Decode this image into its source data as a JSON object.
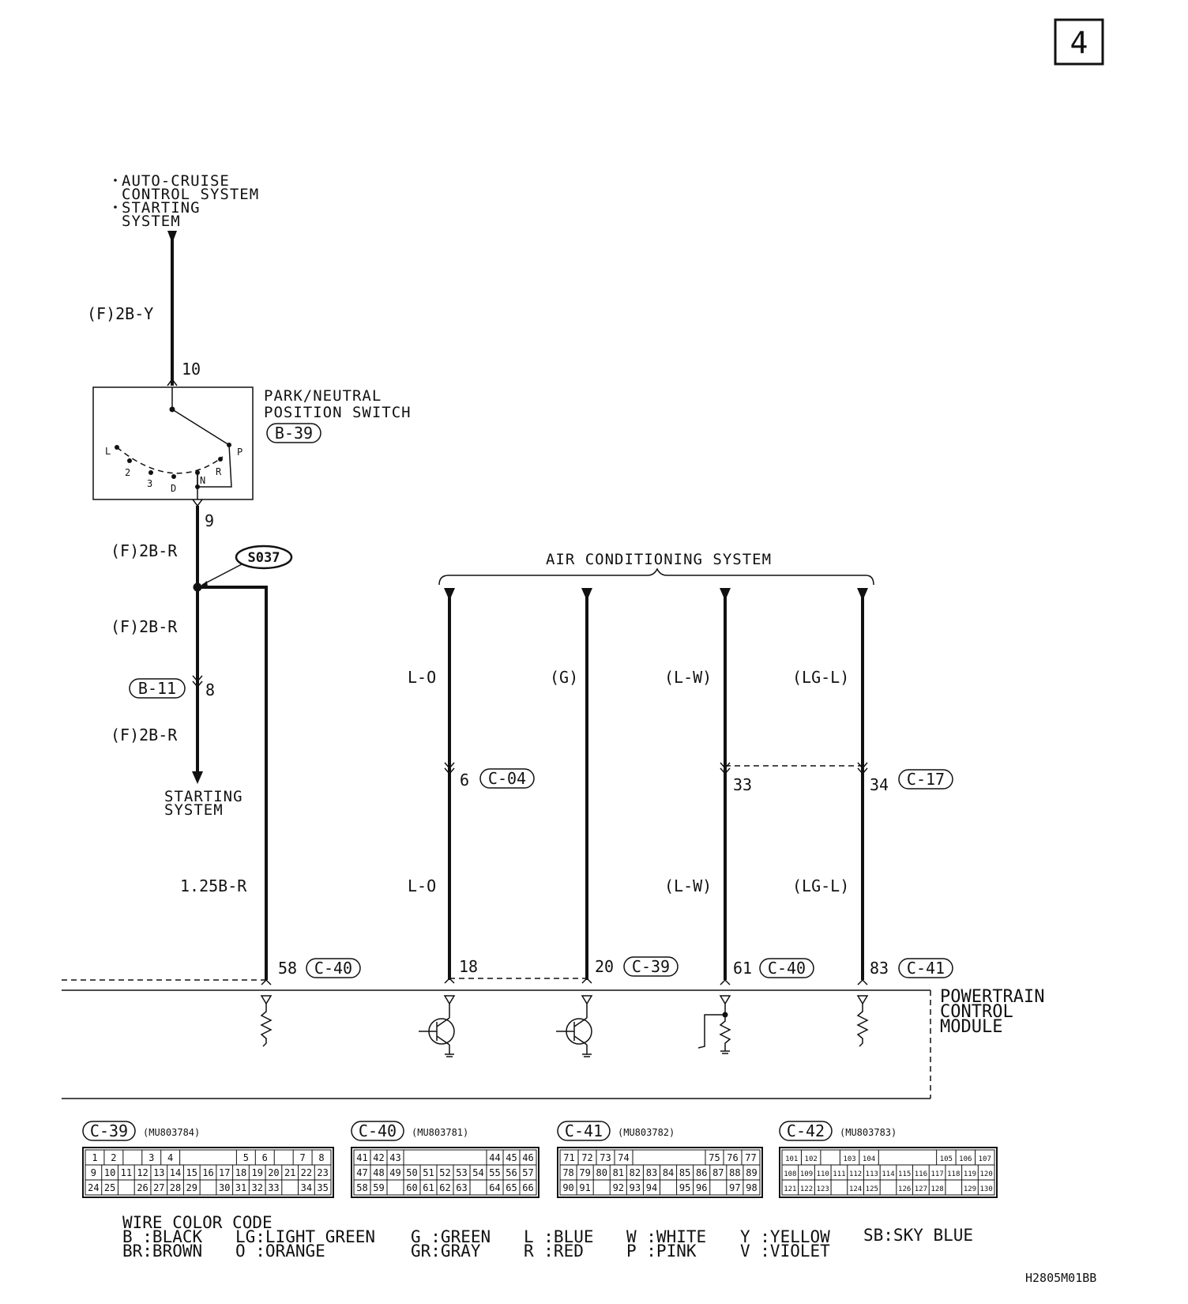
{
  "page_number": "4",
  "diagram_code": "H2805M01BB",
  "top_source": {
    "line1": "AUTO-CRUISE",
    "line2": "CONTROL SYSTEM",
    "line3": "STARTING",
    "line4": "SYSTEM"
  },
  "wire_top": "(F)2B-Y",
  "pin_10": "10",
  "switch": {
    "title1": "PARK/NEUTRAL",
    "title2": "POSITION SWITCH",
    "connector": "B-39",
    "pos_L": "L",
    "pos_2": "2",
    "pos_3": "3",
    "pos_D": "D",
    "pos_N": "N",
    "pos_R": "R",
    "pos_P": "P"
  },
  "pin_9": "9",
  "wire_after_switch": "(F)2B-R",
  "splice": "S037",
  "wire_mid": "(F)2B-R",
  "conn_b11": "B-11",
  "pin_8": "8",
  "wire_low": "(F)2B-R",
  "starting_system": {
    "line1": "STARTING",
    "line2": "SYSTEM"
  },
  "wire_125": "1.25B-R",
  "pin_58": "58",
  "conn_c40a": "C-40",
  "ac_system": "AIR CONDITIONING SYSTEM",
  "ac_wires": {
    "w1_top": "L-O",
    "w2_top": "(G)",
    "w3_top": "(L-W)",
    "w4_top": "(LG-L)",
    "w1_bot": "L-O",
    "w3_bot": "(L-W)",
    "w4_bot": "(LG-L)"
  },
  "pin_6": "6",
  "conn_c04": "C-04",
  "pin_33": "33",
  "pin_34": "34",
  "conn_c17": "C-17",
  "pin_18": "18",
  "pin_20": "20",
  "conn_c39": "C-39",
  "pin_61": "61",
  "conn_c40b": "C-40",
  "pin_83": "83",
  "conn_c41": "C-41",
  "pcm": {
    "line1": "POWERTRAIN",
    "line2": "CONTROL",
    "line3": "MODULE"
  },
  "connectors": [
    {
      "id": "C-39",
      "part": "(MU803784)",
      "rows": [
        [
          "1",
          "2",
          "",
          "3",
          "4",
          "",
          "",
          "",
          "5",
          "6",
          "",
          "7",
          "8"
        ],
        [
          "9",
          "10",
          "11",
          "12",
          "13",
          "14",
          "15",
          "16",
          "17",
          "18",
          "19",
          "20",
          "21",
          "22",
          "23"
        ],
        [
          "24",
          "25",
          "",
          "26",
          "27",
          "28",
          "29",
          "",
          "30",
          "31",
          "32",
          "33",
          "",
          "34",
          "35"
        ]
      ]
    },
    {
      "id": "C-40",
      "part": "(MU803781)",
      "rows": [
        [
          "41",
          "42",
          "43",
          "",
          "",
          "",
          "",
          "",
          "44",
          "45",
          "46"
        ],
        [
          "47",
          "48",
          "49",
          "50",
          "51",
          "52",
          "53",
          "54",
          "55",
          "56",
          "57"
        ],
        [
          "58",
          "59",
          "",
          "60",
          "61",
          "62",
          "63",
          "",
          "64",
          "65",
          "66"
        ]
      ]
    },
    {
      "id": "C-41",
      "part": "(MU803782)",
      "rows": [
        [
          "71",
          "72",
          "73",
          "74",
          "",
          "",
          "",
          "",
          "75",
          "76",
          "77"
        ],
        [
          "78",
          "79",
          "80",
          "81",
          "82",
          "83",
          "84",
          "85",
          "86",
          "87",
          "88",
          "89"
        ],
        [
          "90",
          "91",
          "",
          "92",
          "93",
          "94",
          "",
          "95",
          "96",
          "",
          "97",
          "98"
        ]
      ]
    },
    {
      "id": "C-42",
      "part": "(MU803783)",
      "rows": [
        [
          "101",
          "102",
          "",
          "103",
          "104",
          "",
          "",
          "",
          "105",
          "106",
          "107"
        ],
        [
          "108",
          "109",
          "110",
          "111",
          "112",
          "113",
          "114",
          "115",
          "116",
          "117",
          "118",
          "119",
          "120"
        ],
        [
          "121",
          "122",
          "123",
          "",
          "124",
          "125",
          "",
          "126",
          "127",
          "128",
          "",
          "129",
          "130"
        ]
      ]
    }
  ],
  "color_code": {
    "title": "WIRE COLOR CODE",
    "row1": [
      "B :BLACK",
      "LG:LIGHT GREEN",
      "G :GREEN",
      "L :BLUE",
      "W :WHITE",
      "Y :YELLOW",
      "SB:SKY BLUE"
    ],
    "row2": [
      "BR:BROWN",
      "O :ORANGE",
      "GR:GRAY",
      "R :RED",
      "P :PINK",
      "V :VIOLET"
    ]
  }
}
